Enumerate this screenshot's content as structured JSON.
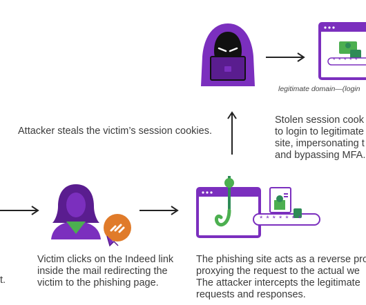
{
  "captions": {
    "attacker_steals": "Attacker steals the victim’s session cookies.",
    "legit_domain": "legitimate domain—(login"
  },
  "notes": {
    "stolen_lines": [
      "Stolen session cook",
      "to login to legitimate",
      "site, impersonating t",
      "and bypassing MFA."
    ],
    "victim_lines": [
      "Victim clicks on the Indeed link",
      "inside the mail redirecting the",
      "victim to the phishing page."
    ],
    "phishing_lines": [
      "The phishing site acts as a reverse pro",
      "proxying the request to the actual we",
      "The attacker intercepts the legitimate",
      "requests and responses."
    ],
    "left_fragment": "t."
  },
  "password_mask": "* * * * * * *",
  "password_mask_small": "* * * * *",
  "colors": {
    "purple": "#7b2fbe",
    "purple_dark": "#5a1d8f",
    "green": "#2e8b57",
    "green_light": "#4caf50",
    "orange": "#e07b2a",
    "text": "#3b3b3b"
  },
  "icons": [
    "hacker-icon",
    "browser-login-icon",
    "victim-icon",
    "click-link-icon",
    "phishing-hook-icon",
    "password-card-icon",
    "arrow-icon"
  ]
}
